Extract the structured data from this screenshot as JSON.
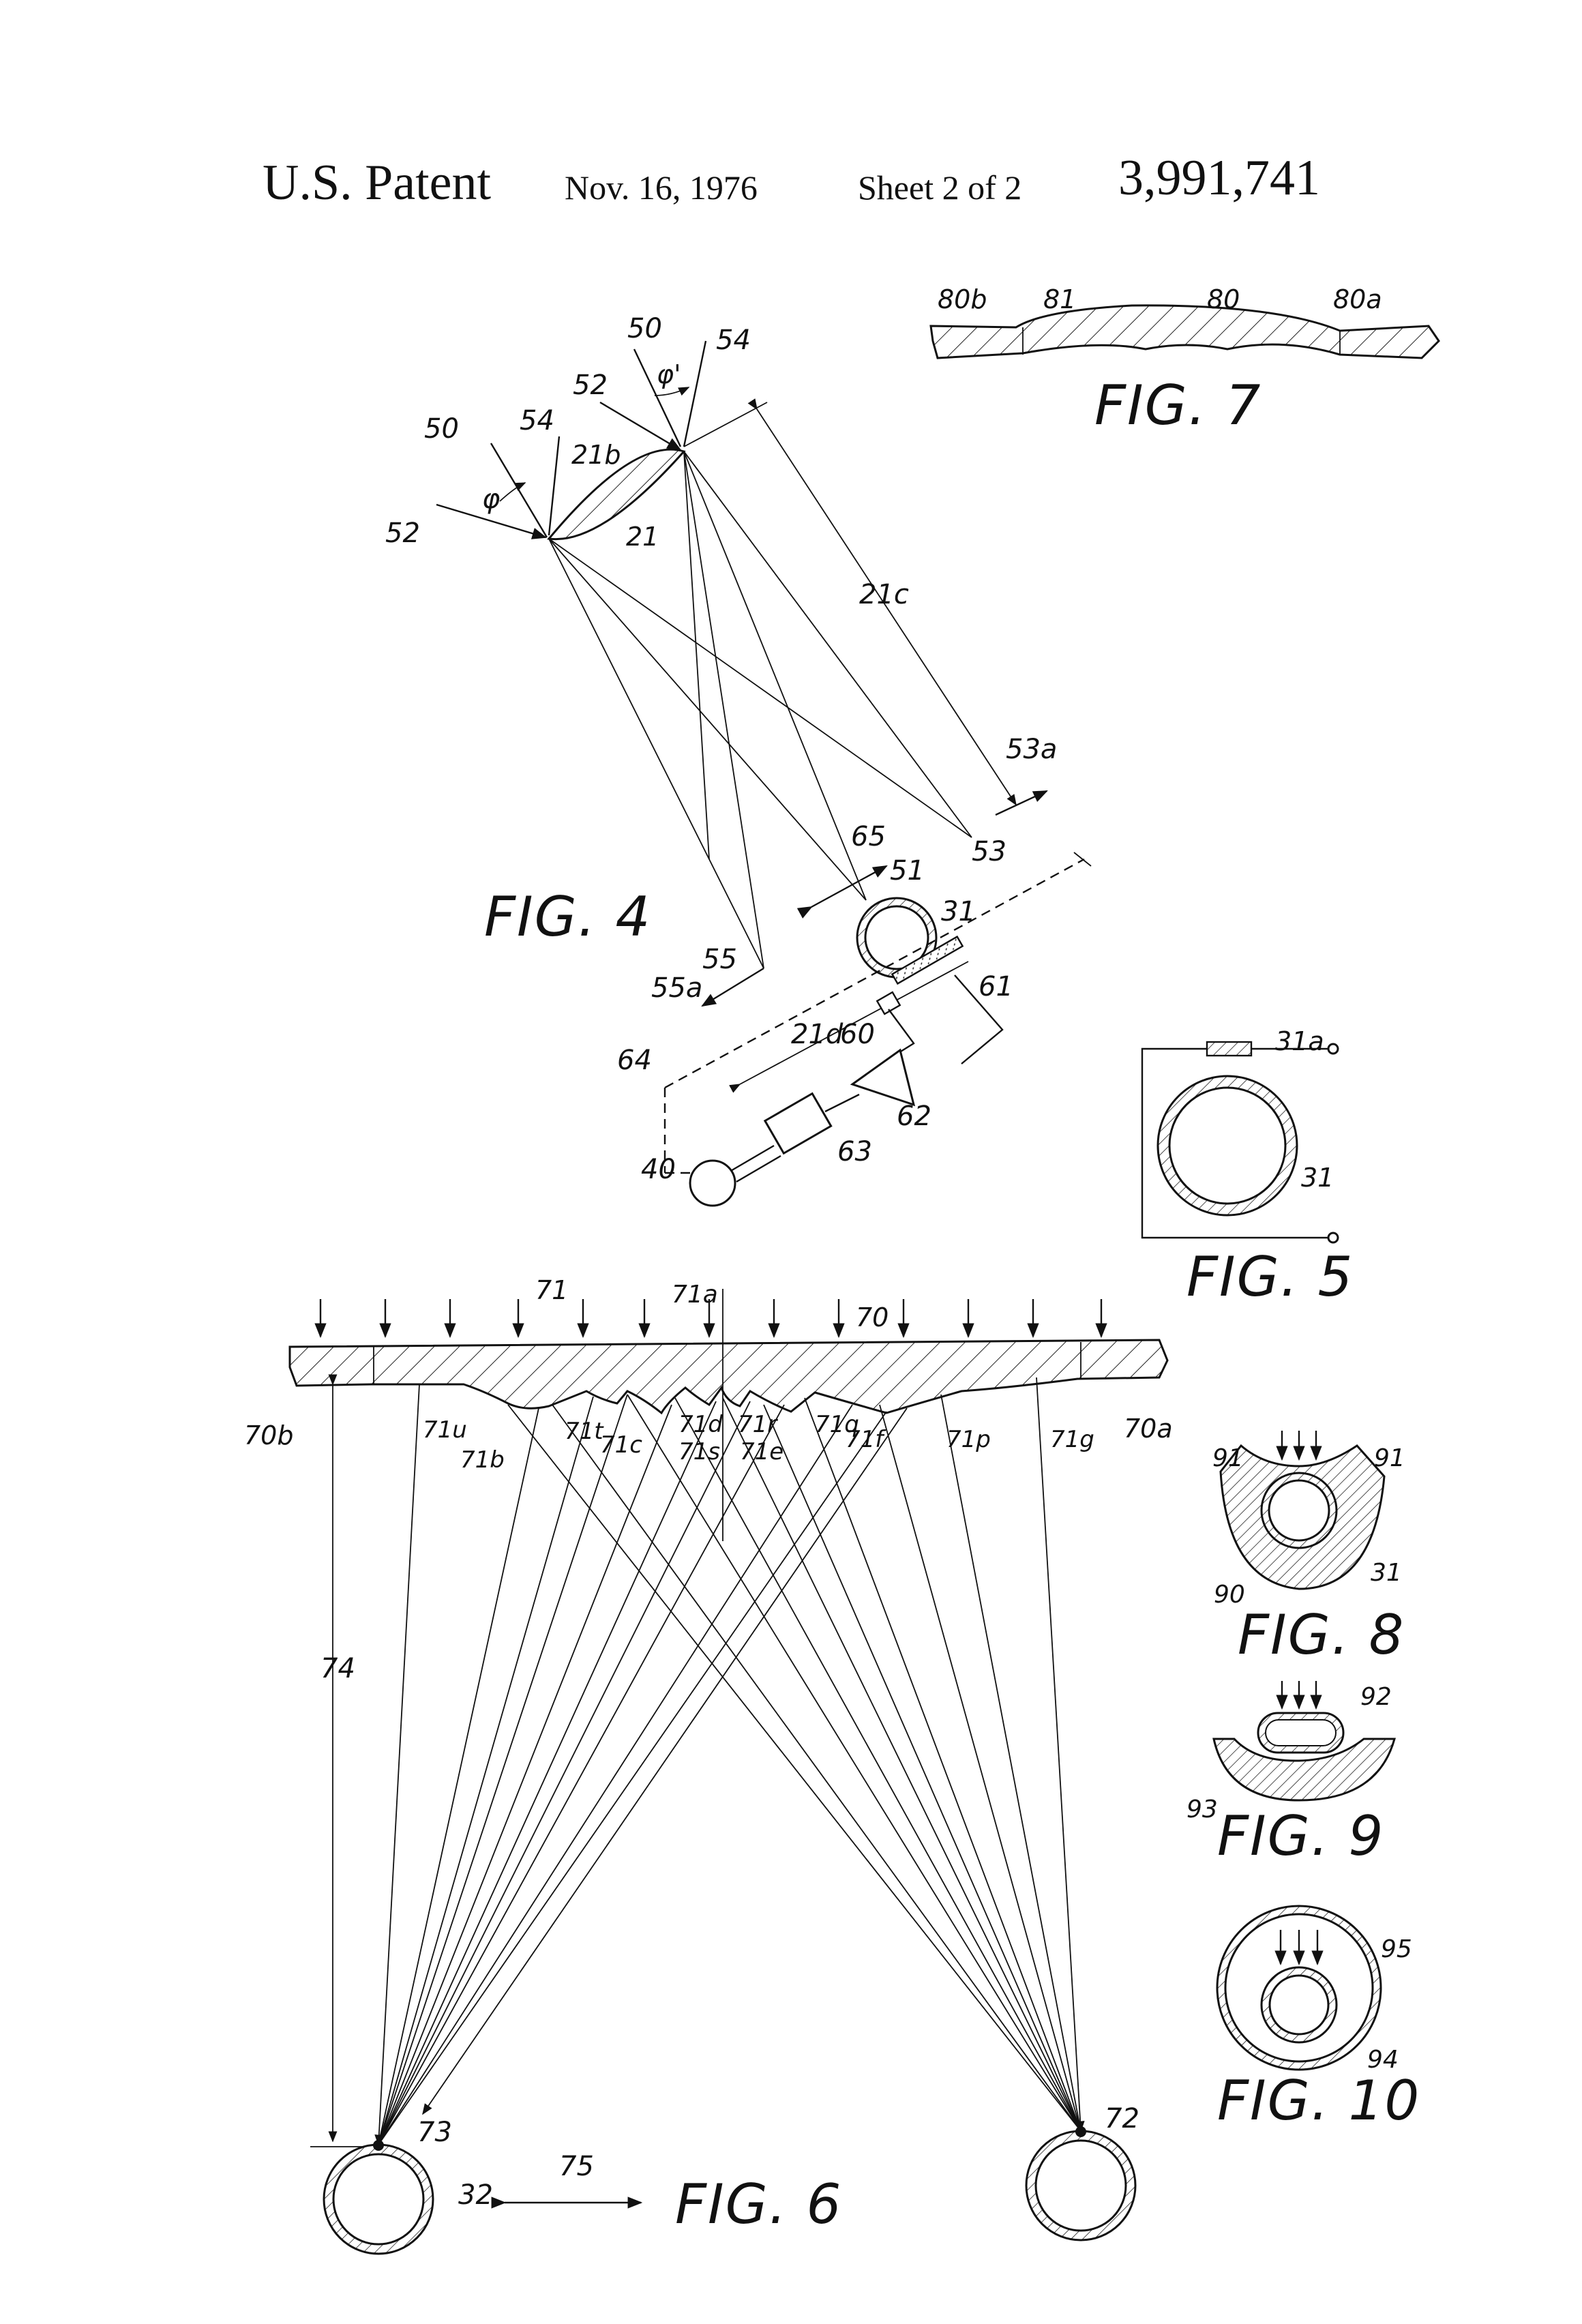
{
  "header": {
    "title": "U.S. Patent",
    "date": "Nov. 16, 1976",
    "sheet": "Sheet 2 of 2",
    "patent_number": "3,991,741"
  },
  "fig4": {
    "caption": "FIG. 4",
    "labels": {
      "l50a": "50",
      "l50b": "50",
      "l54a": "54",
      "l54b": "54",
      "l52a": "52",
      "l52b": "52",
      "l21b": "21b",
      "l21": "21",
      "l21c": "21c",
      "l53a": "53a",
      "l53": "53",
      "l65": "65",
      "l51": "51",
      "l31": "31",
      "l55": "55",
      "l55a": "55a",
      "l61": "61",
      "l21d": "21d",
      "l60": "60",
      "l64": "64",
      "l62": "62",
      "l63": "63",
      "l40": "40",
      "phi": "φ",
      "phi_prime": "φ'"
    }
  },
  "fig5": {
    "caption": "FIG. 5",
    "labels": {
      "l31a": "31a",
      "l31": "31"
    }
  },
  "fig6": {
    "caption": "FIG. 6",
    "labels": {
      "l71": "71",
      "l71a": "71a",
      "l70": "70",
      "l70b": "70b",
      "l70a": "70a",
      "l71u": "71u",
      "l71b": "71b",
      "l71t": "71t",
      "l71c": "71c",
      "l71d": "71d",
      "l71s": "71s",
      "l71r": "71r",
      "l71e": "71e",
      "l71q": "71q",
      "l71f": "71f",
      "l71p": "71p",
      "l71g": "71g",
      "l74": "74",
      "l73": "73",
      "l72": "72",
      "l32": "32",
      "l75": "75"
    }
  },
  "fig7": {
    "caption": "FIG. 7",
    "labels": {
      "l80b": "80b",
      "l81": "81",
      "l80": "80",
      "l80a": "80a"
    }
  },
  "fig8": {
    "caption": "FIG. 8",
    "labels": {
      "l91a": "91",
      "l91b": "91",
      "l90": "90",
      "l31": "31"
    }
  },
  "fig9": {
    "caption": "FIG. 9",
    "labels": {
      "l92": "92",
      "l93": "93"
    }
  },
  "fig10": {
    "caption": "FIG. 10",
    "labels": {
      "l95": "95",
      "l94": "94"
    }
  }
}
